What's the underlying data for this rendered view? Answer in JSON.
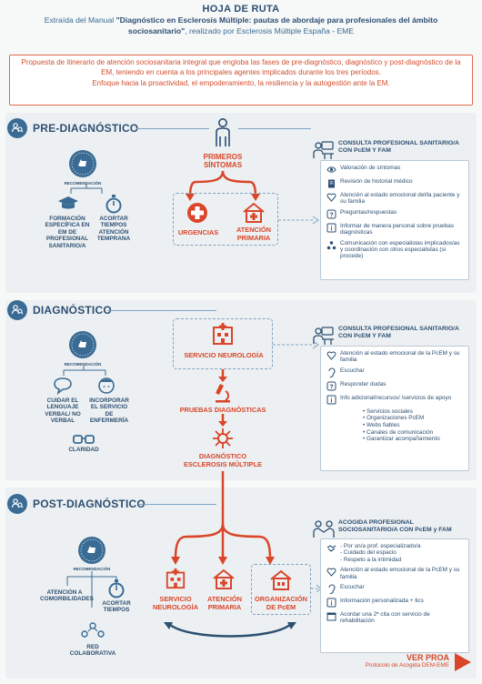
{
  "header": {
    "title": "HOJA DE RUTA",
    "sub_pre": "Extraída del  Manual ",
    "sub_bold": "\"Diagnóstico en Esclerosis Múltiple: pautas de abordaje para profesionales del ámbito sociosanitario\"",
    "sub_post": ",  realizado por Esclerosis Múltiple España - EME"
  },
  "intro": {
    "line1": "Propuesta de itinerario de atención sociosanitaria integral que engloba las fases de pre-diagnóstico, diagnóstico y post-diagnóstico de la EM, teniendo en cuenta a los principales agentes implicados durante los tres períodos.",
    "line2": "Enfoque hacia la proactividad, el empoderamiento, la resiliencia y la autogestión ante la EM."
  },
  "pre": {
    "title": "PRE-DIAGNÓSTICO",
    "badge": "RECOMENDACIÓN",
    "rec1": "FORMACIÓN ESPECÍFICA EN EM DE PROFESIONAL SANITARIO/A",
    "rec2": "ACORTAR TIEMPOS ATENCIÓN TEMPRANA",
    "start": "PRIMEROS SÍNTOMAS",
    "node1": "URGENCIAS",
    "node2": "ATENCIÓN PRIMARIA",
    "consult_title": "CONSULTA PROFESIONAL SANITARIO/A CON PcEM Y FAM",
    "items": [
      "Valoración de síntomas",
      "Revisión de historial médico",
      "Atención al estado emocional del/la paciente y su familia",
      "Preguntas/respuestas",
      "Informar de manera personal sobre pruebas diagnósticas",
      "Comunicación con especialistas implicados/as y coordinación con otros especialistas (si procede)"
    ]
  },
  "dia": {
    "title": "DIAGNÓSTICO",
    "badge": "RECOMENDACIÓN",
    "rec1": "CUIDAR EL LENGUAJE VERBAL/ NO VERBAL",
    "rec2": "INCORPORAR EL SERVICIO DE ENFERMERÍA",
    "rec3": "CLARIDAD",
    "node1": "SERVICIO NEUROLOGÍA",
    "node2": "PRUEBAS DIAGNÓSTICAS",
    "node3": "DIAGNÓSTICO ESCLEROSIS MÚLTIPLE",
    "consult_title": "CONSULTA PROFESIONAL SANITARIO/A CON PcEM Y FAM",
    "items": [
      "Atención al estado emocional de la PcEM y su familia",
      "Escuchar",
      "Responder dudas",
      "Info adicional/recursos/ /servicios de apoyo"
    ],
    "bullets": [
      "• Servicios sociales",
      "• Organizaciones PcEM",
      "• Webs fiables",
      "• Canales de comunicación",
      "• Garantizar acompañamiento"
    ]
  },
  "post": {
    "title": "POST-DIAGNÓSTICO",
    "badge": "RECOMENDACIÓN",
    "rec1": "ATENCIÓN A COMORBILIDADES",
    "rec2": "ACORTAR TIEMPOS",
    "rec3": "RED COLABORATIVA",
    "node1": "SERVICIO NEUROLOGÍA",
    "node2": "ATENCIÓN PRIMARIA",
    "node3": "ORGANIZACIÓN DE PcEM",
    "consult_title": "ACOGIDA PROFESIONAL SOCIOSANITARIO/A CON PcEM y FAM",
    "sub_items": [
      "- Por un/a prof. especializado/a",
      "- Cuidado del espacio",
      "- Respeto a la intimidad"
    ],
    "items": [
      "Atención al estado emocional de la PcEM y su familia",
      "Escuchar",
      "Información personalizada + tics",
      "Acordar una 2ª cita con servicio de rehabilitación"
    ],
    "see": "VER PROA",
    "see_sub": "Protocolo de Acogida DEM-EME"
  },
  "colors": {
    "navy": "#2c4f72",
    "blue": "#3a6b94",
    "red": "#d9462a"
  }
}
